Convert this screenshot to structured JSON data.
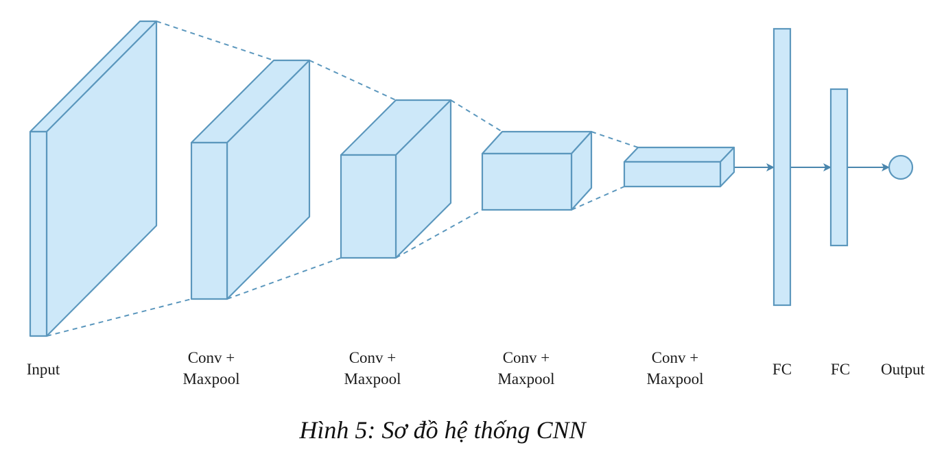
{
  "title": "Sơ đồ hệ thống CNN",
  "caption": "Hình 5: Sơ đồ hệ thống CNN",
  "colors": {
    "fill": "#cde8f9",
    "stroke": "#5b97bd",
    "arrow": "#4a86ad",
    "text": "#1a1a1a"
  },
  "layers": [
    {
      "id": "input",
      "type": "volume",
      "label_lines": [
        "Input"
      ]
    },
    {
      "id": "conv1",
      "type": "volume",
      "label_lines": [
        "Conv +",
        "Maxpool"
      ]
    },
    {
      "id": "conv2",
      "type": "volume",
      "label_lines": [
        "Conv +",
        "Maxpool"
      ]
    },
    {
      "id": "conv3",
      "type": "volume",
      "label_lines": [
        "Conv +",
        "Maxpool"
      ]
    },
    {
      "id": "conv4",
      "type": "volume",
      "label_lines": [
        "Conv +",
        "Maxpool"
      ]
    },
    {
      "id": "fc1",
      "type": "dense",
      "label_lines": [
        "FC"
      ]
    },
    {
      "id": "fc2",
      "type": "dense",
      "label_lines": [
        "FC"
      ]
    },
    {
      "id": "output",
      "type": "node",
      "label_lines": [
        "Output"
      ]
    }
  ],
  "connections": [
    {
      "from": "input",
      "to": "conv1",
      "style": "dashed-projection"
    },
    {
      "from": "conv1",
      "to": "conv2",
      "style": "dashed-projection"
    },
    {
      "from": "conv2",
      "to": "conv3",
      "style": "dashed-projection"
    },
    {
      "from": "conv3",
      "to": "conv4",
      "style": "dashed-projection"
    },
    {
      "from": "conv4",
      "to": "fc1",
      "style": "arrow"
    },
    {
      "from": "fc1",
      "to": "fc2",
      "style": "arrow"
    },
    {
      "from": "fc2",
      "to": "output",
      "style": "arrow"
    }
  ]
}
